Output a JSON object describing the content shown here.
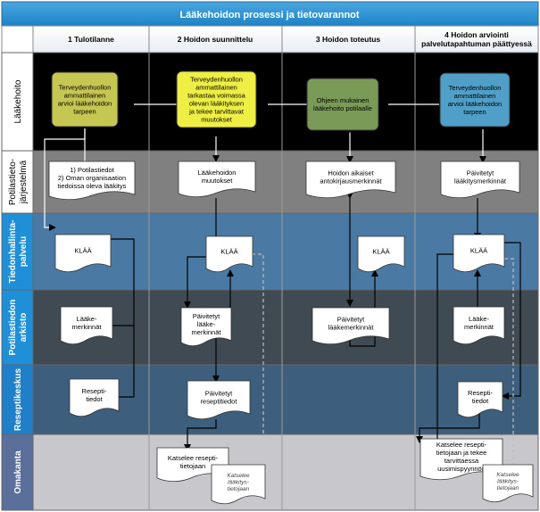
{
  "title": "Lääkehoidon prosessi ja tietovarannot",
  "phases": [
    "1 Tulotilanne",
    "2 Hoidon suunnittelu",
    "3 Hoidon toteutus",
    "4 Hoidon arviointi\npalvelutapahtuman päättyessä"
  ],
  "lanes": [
    {
      "label": "Lääkehoito",
      "color": "#000000",
      "header": "#ffffff"
    },
    {
      "label": "Potilastieto-\njärjestelmä",
      "color": "#808080",
      "header": "#ffffff"
    },
    {
      "label": "Tiedonhallinta-\npalvelu",
      "color": "#4a7aa3",
      "header": "#1f8fd8"
    },
    {
      "label": "Potilastiedon\narkisto",
      "color": "#3f4a52",
      "header": "#1f8fd8"
    },
    {
      "label": "Reseptikeskus",
      "color": "#3d5e7c",
      "header": "#1f7fc8"
    },
    {
      "label": "Omakanta",
      "color": "#c8c8cc",
      "header": "#5a6f9a"
    }
  ],
  "processes": [
    {
      "text": "Terveydenhuollon\nammattilainen\narvioi lääkehoidon\ntarpeen",
      "fill": "#c6c652"
    },
    {
      "text": "Terveydenhuollon\nammattilainen\ntarkastaa voimassa\nolevan lääkityksen\nja tekee tarvittavat\nmuutokset",
      "fill": "#eeee44"
    },
    {
      "text": "Ohjeen mukainen\nlääkehoito potilaalle",
      "fill": "#7a9a58"
    },
    {
      "text": "Terveydenhuollon\nammattilainen\narvioi lääkehoidon\ntarpeen",
      "fill": "#4f9fc8"
    }
  ],
  "documents": [
    {
      "text": "1) Potilastiedot\n2) Oman organisaation\ntiedoissa oleva lääkitys"
    },
    {
      "text": "Lääkehoidon\nmuutokset"
    },
    {
      "text": "Hoidon aikaiset\nantokirjausmerkinnät"
    },
    {
      "text": "Päivitetyt\nlääkitysmerkinnät"
    },
    {
      "text": "KLÄÄ"
    },
    {
      "text": "KLÄÄ"
    },
    {
      "text": "KLÄÄ"
    },
    {
      "text": "KLÄÄ"
    },
    {
      "text": "Lääke-\nmerkinnät"
    },
    {
      "text": "Päivitetyt\nlääke-\nmerkinnät"
    },
    {
      "text": "Päivitetyt\nlääkemerkinnät"
    },
    {
      "text": "Lääke-\nmerkinnät"
    },
    {
      "text": "Resepti-\ntiedot"
    },
    {
      "text": "Päivitetyt\nreseptitiedot"
    },
    {
      "text": "Resepti-\ntiedot"
    },
    {
      "text": "Katselee resepti-\ntietojaan"
    },
    {
      "text": "Katselee resepti-\ntietojaan ja tekee\ntarvittaessa\nuusimispyynnön"
    },
    {
      "text": "Katselee\nlääkitys-\ntietojaan",
      "italic": true
    },
    {
      "text": "Katselee\nlääkitys-\ntietojaan",
      "italic": true
    }
  ]
}
